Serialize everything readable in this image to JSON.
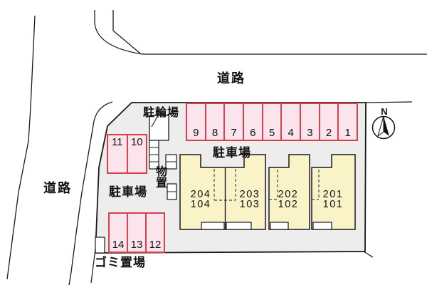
{
  "labels": {
    "road_top": "道路",
    "road_left": "道路",
    "parking_lot_top": "駐車場",
    "parking_lot_left": "駐車場",
    "bicycle_parking": "駐輪場",
    "storage_shed": "物置",
    "garbage_area": "ゴミ置場",
    "compass_north": "N"
  },
  "parking": {
    "top_row": [
      "9",
      "8",
      "7",
      "6",
      "5",
      "4",
      "3",
      "2",
      "1"
    ],
    "left_pair": [
      "11",
      "10"
    ],
    "bottom_row": [
      "14",
      "13",
      "12"
    ]
  },
  "building": {
    "units": [
      {
        "upper": "204",
        "lower": "104"
      },
      {
        "upper": "203",
        "lower": "103"
      },
      {
        "upper": "202",
        "lower": "102"
      },
      {
        "upper": "201",
        "lower": "101"
      }
    ]
  },
  "colors": {
    "site_fill": "#ededed",
    "parking_fill": "#fce4ec",
    "parking_border": "#d9404e",
    "building_fill": "#faf3c8",
    "line": "#1a1a1a"
  }
}
